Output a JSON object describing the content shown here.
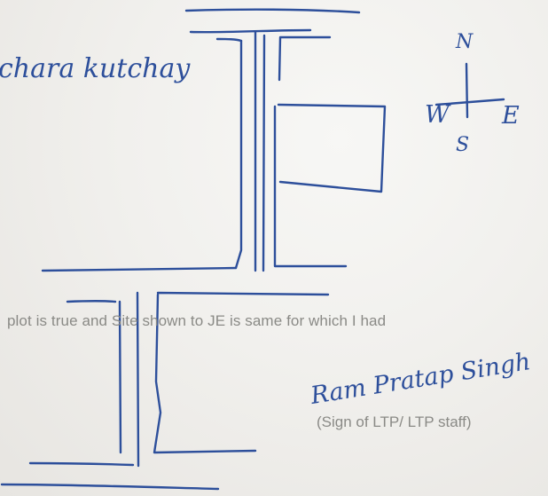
{
  "handwriting": {
    "road_label": "chara kutchay",
    "compass": {
      "north": "N",
      "south": "S",
      "east": "E",
      "west": "W"
    },
    "signature": "Ram Pratap Singh"
  },
  "certification": {
    "text": "plot is true and Site shown to JE is same for which I had"
  },
  "signature_block": {
    "caption": "(Sign of LTP/ LTP staff)"
  },
  "colors": {
    "ink": "#2d4f9b",
    "printed_text": "#8a8a86",
    "paper": "#efeeeb"
  }
}
